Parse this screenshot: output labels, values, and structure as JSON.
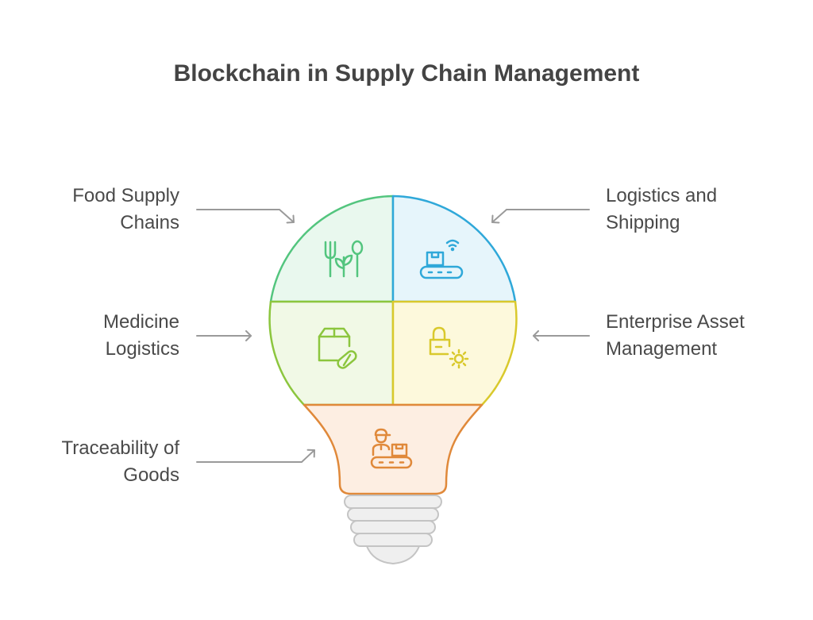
{
  "title": "Blockchain in Supply Chain Management",
  "segments": [
    {
      "id": "food",
      "label_lines": [
        "Food Supply",
        "Chains"
      ],
      "icon": "food-plant-icon",
      "stroke": "#53c57e",
      "fill": "#e9f8ee"
    },
    {
      "id": "logistics",
      "label_lines": [
        "Logistics and",
        "Shipping"
      ],
      "icon": "conveyor-wifi-icon",
      "stroke": "#2fa8d9",
      "fill": "#e6f5fb"
    },
    {
      "id": "medicine",
      "label_lines": [
        "Medicine",
        "Logistics"
      ],
      "icon": "pill-box-icon",
      "stroke": "#8cc63e",
      "fill": "#f1f9e6"
    },
    {
      "id": "asset",
      "label_lines": [
        "Enterprise Asset",
        "Management"
      ],
      "icon": "lock-gear-icon",
      "stroke": "#d9c92c",
      "fill": "#fdf9dc"
    },
    {
      "id": "trace",
      "label_lines": [
        "Traceability of",
        "Goods"
      ],
      "icon": "worker-conveyor-icon",
      "stroke": "#e0893a",
      "fill": "#fdeee2"
    }
  ],
  "colors": {
    "arrow": "#9a9a9a",
    "base": "#c9c9c9",
    "base_fill": "#efefef",
    "text": "#4a4a4a"
  }
}
